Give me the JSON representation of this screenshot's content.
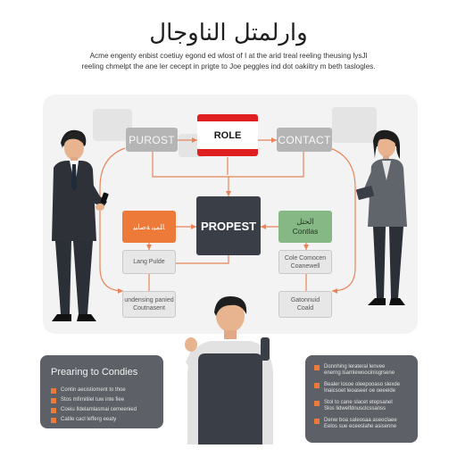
{
  "title": "وارلمتل الناوجال",
  "subtitle_lines": [
    "Acme engenty enbist coetiuy egond ed wlost of I at the arid treal reeling theusing lysJl",
    "reeling chmelpt the ane ler cecept in prigte to Joe peggles ind dot oakiitry m beth taslogles."
  ],
  "nodes": {
    "role": "ROLE",
    "purost": "PUROST",
    "contact": "CONTACT",
    "propest": "PROPEST",
    "orange": "ﺎﻠﻤﻴﺑ ﺔﺻﺎﺒﻴ",
    "green_line1": "الحتل",
    "green_line2": "Contlas",
    "mid_left": "Lang Pulde",
    "mid_right_1": "Cole Comocen",
    "mid_right_2": "Coanewell",
    "bottom_left_1": "undensing panied",
    "bottom_left_2": "Coutnasent",
    "bottom_right_1": "Gatonnuid",
    "bottom_right_2": "Coald"
  },
  "card_left": {
    "title": "Prearing to Condies",
    "items": [
      "Contin aecistioment to thoe",
      "Stos mfirnitilel tuw inte fiee",
      "Coeiu Ildelamlasmai cemeenied",
      "Catile cacl lefferg eeaty"
    ]
  },
  "card_right": {
    "items": [
      [
        "Donnhing lerateral lenvee",
        "enerng lsamlewoocinisgrsene"
      ],
      [
        "Bealer losoe oleepooaso slexde",
        "Inaicsoet leoaseer oe oeeeide"
      ],
      [
        "Stol to cane slacet etepsanel",
        "Slos lidwelfdnusclcssanss"
      ],
      [
        "Denw boa saleosaa aseoclaee",
        "Eelos sue eceeslahe asisenne"
      ]
    ]
  },
  "colors": {
    "accent_orange": "#ee7a3a",
    "accent_green": "#86b886",
    "role_red": "#e02020",
    "dark_box": "#3a3f47",
    "card_bg": "#5d6066"
  }
}
